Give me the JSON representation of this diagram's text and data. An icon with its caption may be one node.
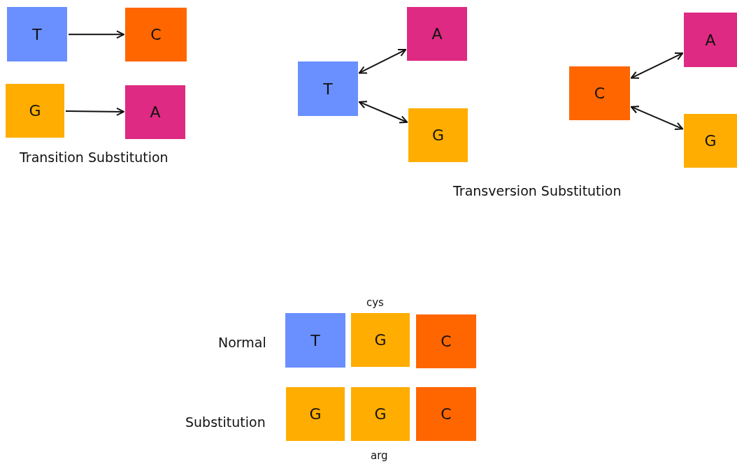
{
  "diagram": {
    "nodes": [
      {
        "text": [
          "T"
        ]
      },
      {
        "text": [
          "C"
        ]
      },
      {
        "text": [
          "G"
        ]
      },
      {
        "text": [
          "A"
        ]
      },
      {
        "text": [
          "T"
        ]
      },
      {
        "text": [
          "A"
        ]
      },
      {
        "text": [
          "G"
        ]
      },
      {
        "text": [
          "C"
        ]
      },
      {
        "text": [
          "A"
        ]
      },
      {
        "text": [
          "G"
        ]
      },
      {
        "text": [
          "T"
        ]
      },
      {
        "text": [
          "G"
        ]
      },
      {
        "text": [
          "C"
        ]
      },
      {
        "text": [
          "G"
        ]
      },
      {
        "text": [
          "G"
        ]
      },
      {
        "text": [
          "C"
        ]
      }
    ],
    "edges": [
      {
        "from": 0,
        "to": 1,
        "arrow": "to"
      },
      {
        "from": 2,
        "to": 3,
        "arrow": "to"
      },
      {
        "from": 4,
        "to": 5,
        "arrow": "both"
      },
      {
        "from": 4,
        "to": 6,
        "arrow": "both"
      },
      {
        "from": 7,
        "to": 8,
        "arrow": "both"
      },
      {
        "from": 7,
        "to": 9,
        "arrow": "both"
      }
    ],
    "labels": [
      "Transition Substitution",
      "Transversion Substitution",
      "cys",
      "Normal",
      "Substitution",
      "arg"
    ]
  }
}
